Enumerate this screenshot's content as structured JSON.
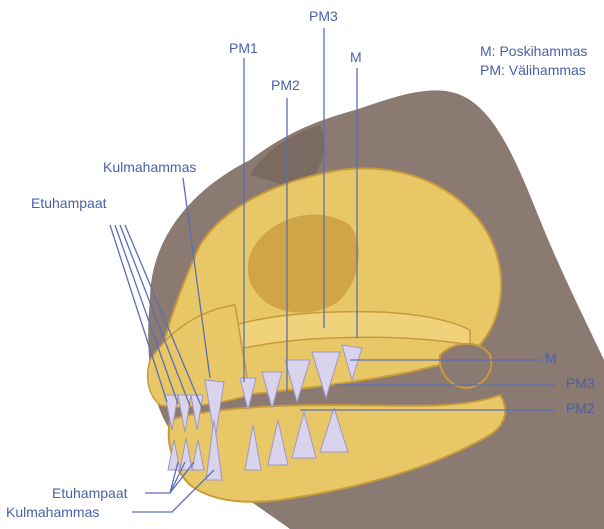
{
  "labels": {
    "pm3_top": "PM3",
    "pm1_top": "PM1",
    "m_top": "M",
    "pm2_top": "PM2",
    "kulmahammas_top": "Kulmahammas",
    "etuhampaat_top": "Etuhampaat",
    "m_right": "M",
    "pm3_right": "PM3",
    "pm2_right": "PM2",
    "etuhampaat_bottom": "Etuhampaat",
    "kulmahammas_bottom": "Kulmahammas"
  },
  "legend": {
    "m": "M: Poskihammas",
    "pm": "PM: Välihammas"
  },
  "colors": {
    "label": "#4a5fa8",
    "leader_line": "#5b6fb5",
    "silhouette": "#8a7a72",
    "bone": "#e8c766",
    "bone_shadow": "#c79a3c",
    "tooth": "#d9d4ec"
  }
}
